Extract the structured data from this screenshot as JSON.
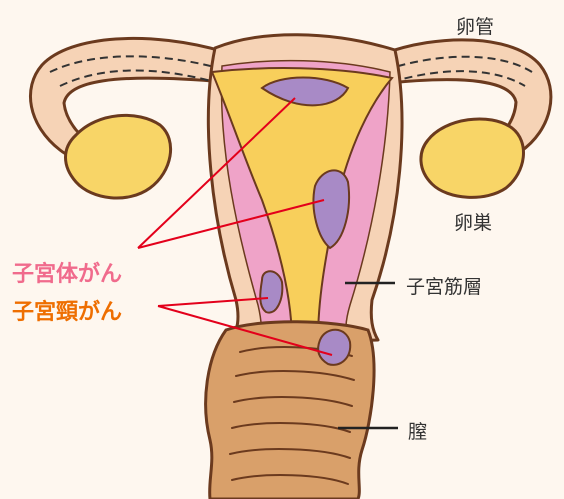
{
  "labels": {
    "fallopian_tube": "卵管",
    "ovary": "卵巣",
    "uterine_body_cancer": "子宮体がん",
    "cervical_cancer": "子宮頸がん",
    "myometrium": "子宮筋層",
    "vagina": "膣"
  },
  "colors": {
    "background": "#FEF7EF",
    "outer_tissue": "#F6D3B6",
    "outline": "#6B3A1E",
    "myometrium_pink": "#EFA3C8",
    "cavity_yellow": "#F8CF5B",
    "ovary_yellow": "#F8D567",
    "tumor_purple": "#A88AC6",
    "vagina_tan": "#D9A06A",
    "cancer_line_red": "#E3001B",
    "uterine_body_cancer_text": "#F06B8C",
    "cervical_cancer_text": "#EE6E00"
  }
}
